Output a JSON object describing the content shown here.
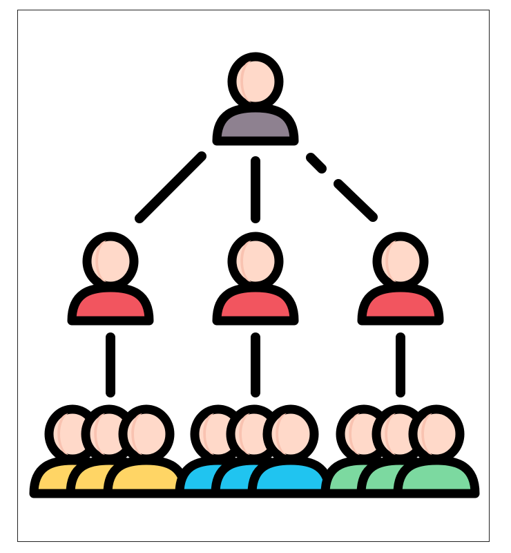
{
  "diagram": {
    "type": "org-hierarchy-icon",
    "colors": {
      "outline": "#000000",
      "skin": "#FFD9C9",
      "skin_shadow": "#F9C3B1",
      "top_body": "#8E8190",
      "middle_body": "#F2555F",
      "team_1_body": "#FFD565",
      "team_2_body": "#20C4F0",
      "team_3_body": "#7CD9A0"
    },
    "levels": [
      {
        "level": "leader",
        "count": 1
      },
      {
        "level": "managers",
        "count": 3
      },
      {
        "level": "teams",
        "count": 3,
        "members_per_team": 3
      }
    ]
  }
}
